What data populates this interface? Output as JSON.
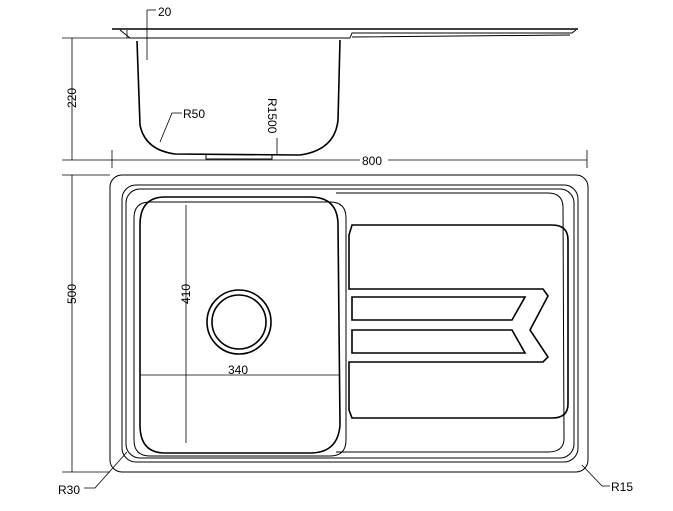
{
  "drawing": {
    "title": "Sink technical drawing",
    "colors": {
      "line": "#000000",
      "background": "#ffffff"
    },
    "side_view": {
      "rim_thickness_label": "20",
      "depth_label": "220",
      "corner_radius_label": "R50",
      "bottom_radius_label": "R1500"
    },
    "top_view": {
      "width_label": "800",
      "height_label": "500",
      "bowl_height_label": "410",
      "bowl_width_label": "340",
      "bowl_corner_label": "R30",
      "outer_corner_label": "R15"
    }
  }
}
